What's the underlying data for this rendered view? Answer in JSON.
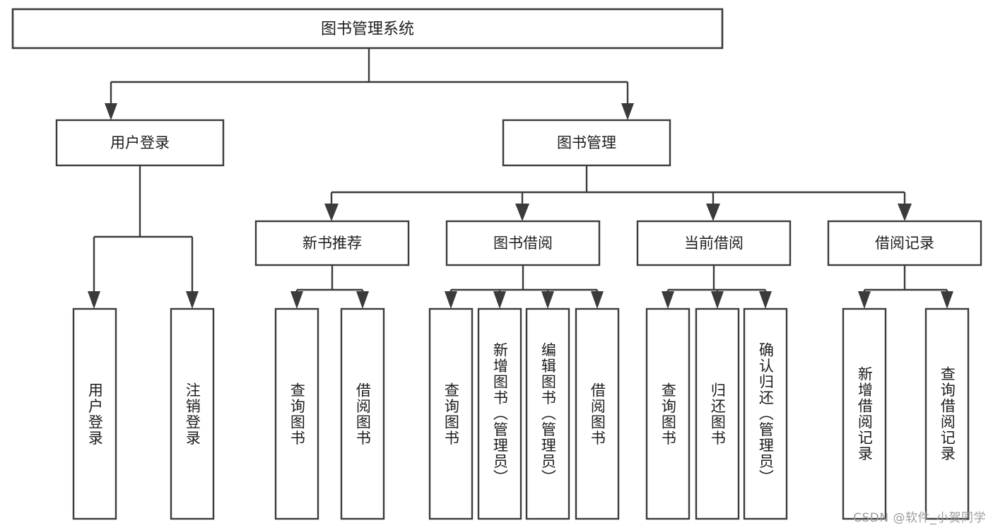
{
  "diagram": {
    "type": "tree-hierarchy",
    "title": "图书管理系统",
    "background_color": "#ffffff",
    "stroke_color": "#3b3b3b",
    "text_color": "#1d1d1d",
    "watermark": "CSDN @软件_小贺同学",
    "root": {
      "label": "图书管理系统"
    },
    "level2": [
      {
        "label": "用户登录"
      },
      {
        "label": "图书管理"
      }
    ],
    "level3": [
      {
        "label": "新书推荐"
      },
      {
        "label": "图书借阅"
      },
      {
        "label": "当前借阅"
      },
      {
        "label": "借阅记录"
      }
    ],
    "leaves": {
      "user_login": [
        {
          "label": "用户登录"
        },
        {
          "label": "注销登录"
        }
      ],
      "new_book_recommend": [
        {
          "label": "查询图书"
        },
        {
          "label": "借阅图书"
        }
      ],
      "book_borrow": [
        {
          "label": "查询图书"
        },
        {
          "label": "新增图书（管理员）"
        },
        {
          "label": "编辑图书（管理员）"
        },
        {
          "label": "借阅图书"
        }
      ],
      "current_borrow": [
        {
          "label": "查询图书"
        },
        {
          "label": "归还图书"
        },
        {
          "label": "确认归还（管理员）"
        }
      ],
      "borrow_record": [
        {
          "label": "新增借阅记录"
        },
        {
          "label": "查询借阅记录"
        }
      ]
    }
  }
}
